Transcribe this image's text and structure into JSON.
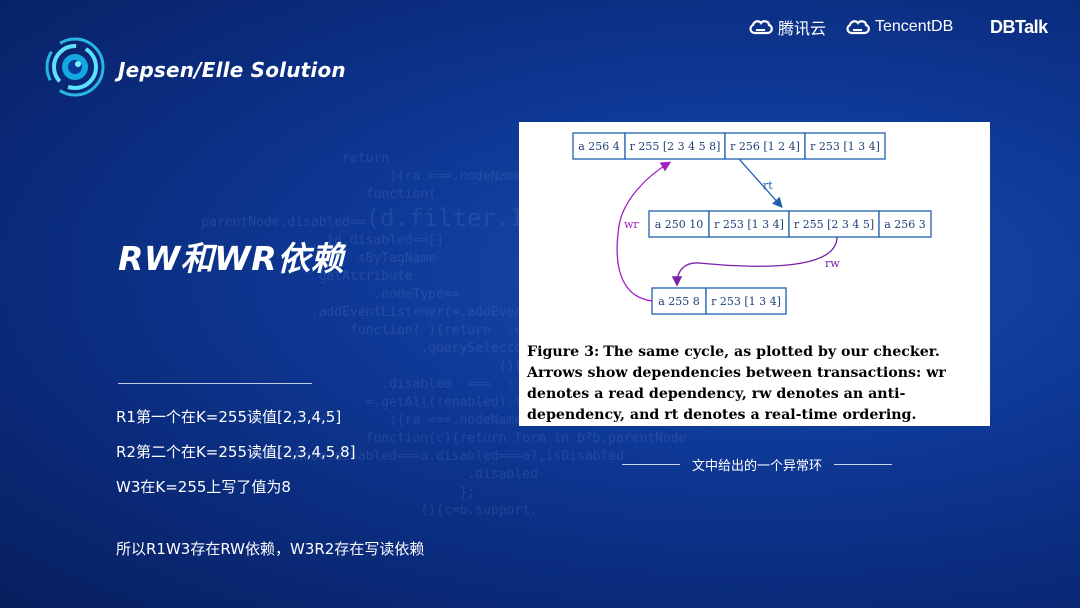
{
  "header": {
    "brands": [
      {
        "name": "腾讯云",
        "icon": "cloud-icon"
      },
      {
        "name": "TencentDB",
        "icon": "cloud-icon"
      },
      {
        "name": "DBTalk"
      }
    ],
    "logo_icon": "swirl-logo-icon",
    "title": "Jepsen/Elle Solution"
  },
  "slide": {
    "heading": "RW和WR依赖",
    "lines": [
      "R1第一个在K=255读值[2,3,4,5]",
      "R2第二个在K=255读值[2,3,4,5,8]",
      "W3在K=255上写了值为8"
    ],
    "conclusion": "所以R1W3存在RW依赖，W3R2存在写读依赖"
  },
  "figure": {
    "row1": [
      "a 256 4",
      "r 255 [2 3 4 5 8]",
      "r 256 [1 2 4]",
      "r 253 [1 3 4]"
    ],
    "row2": [
      "a 250 10",
      "r 253 [1 3 4]",
      "r 255 [2 3 4 5]",
      "a 256 3"
    ],
    "row3": [
      "a 255 8",
      "r 253 [1 3 4]"
    ],
    "edge_labels": {
      "rt": "rt",
      "rw": "rw",
      "wr": "wr"
    },
    "caption_label": "Figure 3:",
    "caption_text": "The same cycle, as plotted by our checker. Arrows show dependencies between transactions: wr denotes a read dependency, rw denotes an anti-dependency, and rt denotes a real-time ordering.",
    "note": "文中给出的一个异常环"
  },
  "colors": {
    "background": "#0f3a98",
    "box_border": "#1f5fb0",
    "box_text": "#1f3f7a",
    "rt_arrow": "#1f5fb0",
    "rw_arrow": "#7a1fa8",
    "wr_arrow": "#a020c0"
  }
}
